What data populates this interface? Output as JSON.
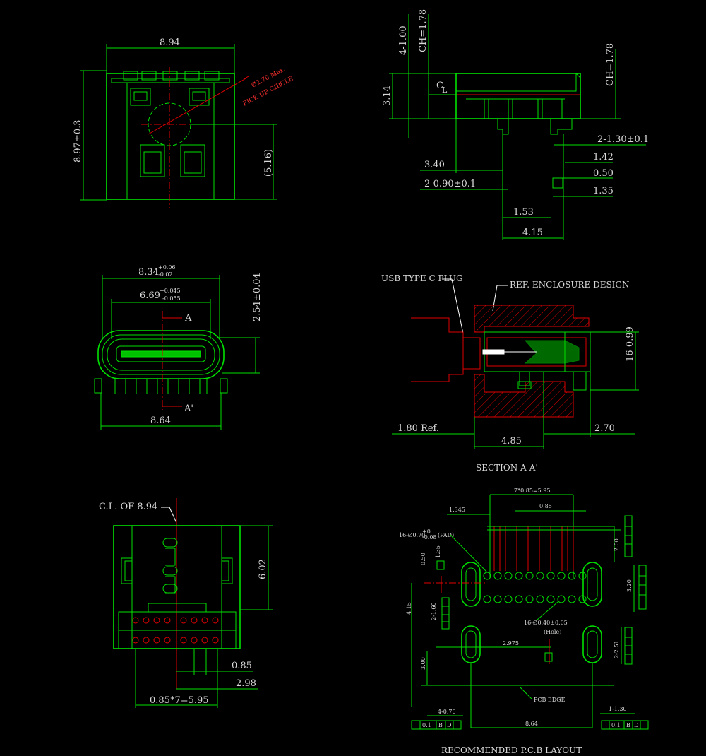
{
  "views": {
    "top": {
      "width": "8.94",
      "height": "8.97±0.3",
      "pickup": "Ø2.70 Max.",
      "pickup_label": "PICK UP CIRCLE",
      "ref_height": "(5.16)"
    },
    "side": {
      "d1": "4-1.00",
      "d2": "CH=1.78",
      "d3": "CH=1.78",
      "height": "3.14",
      "cl": "C",
      "cl_sub": "L",
      "d4": "2-1.30±0.1",
      "d5": "1.42",
      "d6": "3.40",
      "d7": "0.50",
      "d8": "2-0.90±0.1",
      "d9": "1.35",
      "d10": "1.53",
      "d11": "4.15"
    },
    "front": {
      "width_outer": "8.34",
      "width_outer_tol_plus": "+0.06",
      "width_outer_tol_minus": "-0.02",
      "width_inner": "6.69",
      "width_inner_tol_plus": "+0.045",
      "width_inner_tol_minus": "-0.055",
      "height": "2.54±0.04",
      "section_a": "A",
      "section_a_prime": "A'",
      "foot_width": "8.64"
    },
    "section": {
      "plug_label": "USB TYPE C PLUG",
      "enclosure_label": "REF. ENCLOSURE DESIGN",
      "d1": "16-0.99",
      "d2": "1.80 Ref.",
      "d3": "2.70",
      "d4": "4.85",
      "title": "SECTION A-A'"
    },
    "bottom": {
      "cl_label": "C.L. OF 8.94",
      "height": "6.02",
      "d1": "0.85",
      "d2": "2.98",
      "d3": "0.85*7=5.95"
    },
    "pcb": {
      "top_dim": "7*0.85=5.95",
      "d_1345": "1.345",
      "d_085": "0.85",
      "pad_label": "16-Ø0.70",
      "pad_tol_plus": "+0",
      "pad_tol_minus": "-0.08",
      "pad_suffix": "(PAD)",
      "d_050": "0.50",
      "d_135": "1.35",
      "d_200": "2.00",
      "d_320": "3.20",
      "d_415": "4.15",
      "d_260": "2-1.60",
      "hole_label": "16-Ø0.40±0.05",
      "hole_sub": "(Hole)",
      "d_2975": "2.975",
      "d_251": "2-2.51",
      "d_300": "3.00",
      "pcb_edge": "PCB EDGE",
      "d_470": "4-0.70",
      "d_130": "1-1.30",
      "d_864": "8.64",
      "title": "RECOMMENDED P.C.B LAYOUT",
      "fcf_left": [
        "0.1",
        "B",
        "D"
      ],
      "fcf_right": [
        "0.1",
        "B",
        "D"
      ]
    }
  }
}
